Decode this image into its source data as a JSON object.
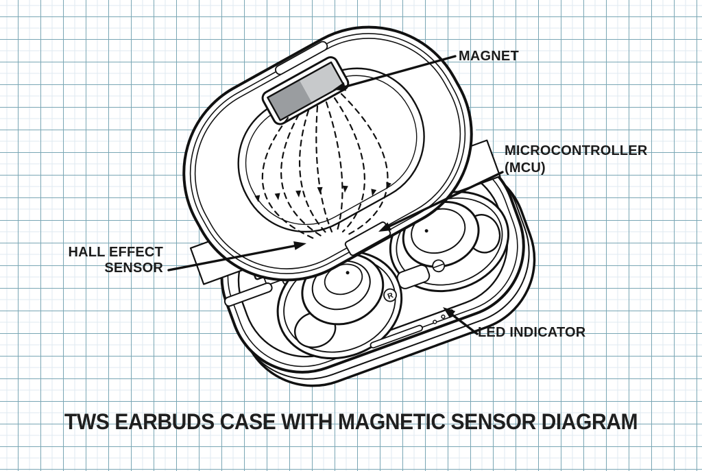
{
  "title": "TWS EARBUDS CASE WITH MAGNETIC SENSOR DIAGRAM",
  "labels": {
    "magnet": "MAGNET",
    "microcontroller_line1": "MICROCONTROLLER",
    "microcontroller_line2": "(MCU)",
    "hall_effect_line1": "HALL EFFECT",
    "hall_effect_line2": "SENSOR",
    "led_indicator": "LED INDICATOR"
  },
  "diagram": {
    "type": "technical-illustration",
    "subject": "TWS earbuds charging case with open lid, exploded annotation view",
    "annotated_parts": [
      "MAGNET",
      "MICROCONTROLLER (MCU)",
      "HALL EFFECT SENSOR",
      "LED INDICATOR"
    ],
    "right_earbud_marking": "R",
    "led_dot_count": 3,
    "magnetic_field_lines": "dashed curves with arrowheads from lid magnet to hall sensor on PCB"
  },
  "colors": {
    "paper": "#ffffff",
    "grid_major": "#79a6b4",
    "grid_minor": "#dfeaf0",
    "ink": "#111111",
    "label_text": "#1b1b1b",
    "magnet_dark": "#9a9da0",
    "magnet_light": "#c7c9cb",
    "sensor_top": "#93979a",
    "sensor_side": "#737679"
  }
}
